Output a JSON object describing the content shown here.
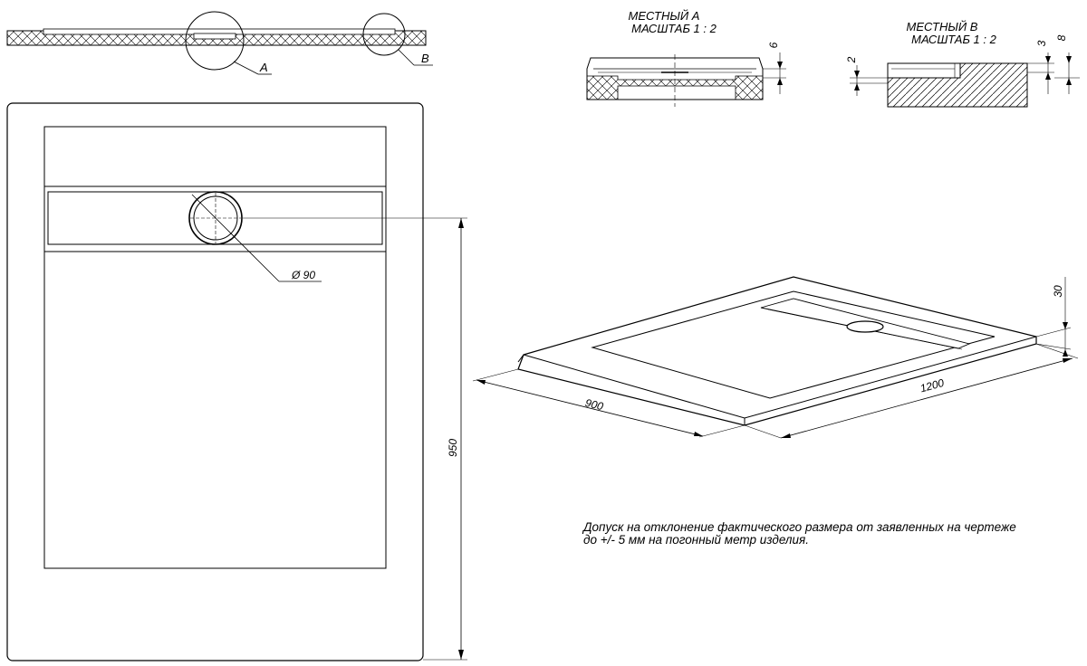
{
  "callouts": {
    "a": "A",
    "b": "B"
  },
  "detail_a": {
    "title": "МЕСТНЫЙ А",
    "scale": "МАСШТАБ 1 : 2",
    "dim": "6"
  },
  "detail_b": {
    "title": "МЕСТНЫЙ В",
    "scale": "МАСШТАБ 1 : 2",
    "dim_left": "2",
    "dim_mid": "3",
    "dim_right": "8"
  },
  "plan": {
    "drain_diameter": "Ø 90",
    "length_dim": "950"
  },
  "iso": {
    "width_dim": "900",
    "length_dim": "1200",
    "height_dim": "30"
  },
  "tolerance_note": "Допуск на отклонение фактического размера от заявленных на чертеже до +/- 5 мм на погонный метр изделия."
}
